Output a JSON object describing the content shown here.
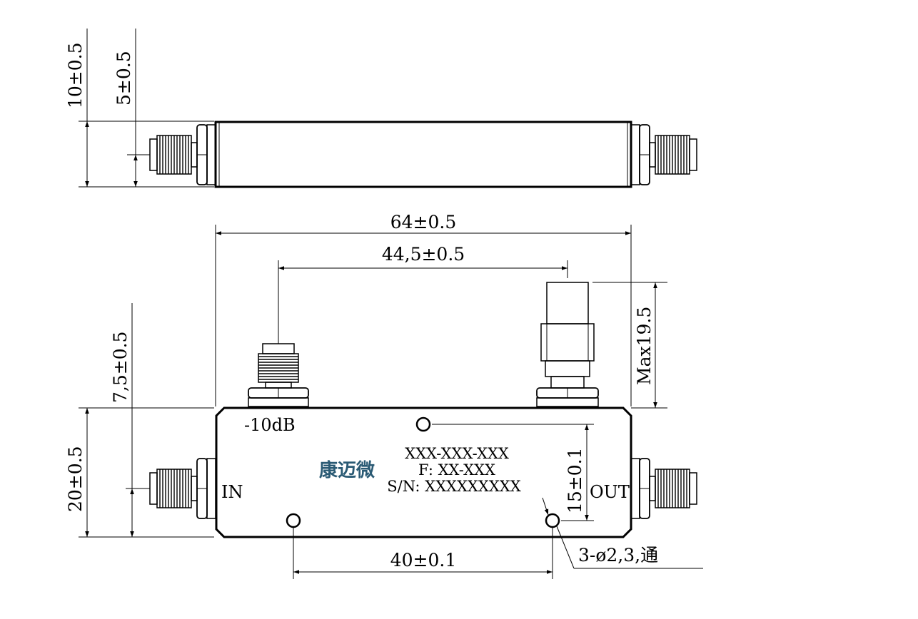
{
  "dimensions": {
    "height_total": "10±0.5",
    "height_connector": "5±0.5",
    "length_total": "64±0.5",
    "port_spacing": "44,5±0.5",
    "connector_offset": "7,5±0.5",
    "max_height": "Max19.5",
    "body_width": "20±0.5",
    "hole_offset": "15±0.1",
    "hole_spacing": "40±0.1",
    "holes": "3-ø2,3,通"
  },
  "labels": {
    "coupled_port": "-10dB",
    "input": "IN",
    "output": "OUT"
  },
  "marking": {
    "logo": "康迈微",
    "part_number": "XXX-XXX-XXX",
    "frequency": "F: XX-XXX",
    "serial": "S/N: XXXXXXXXX"
  },
  "colors": {
    "line": "#000000",
    "logo": "#2a5a74",
    "background": "#ffffff"
  }
}
